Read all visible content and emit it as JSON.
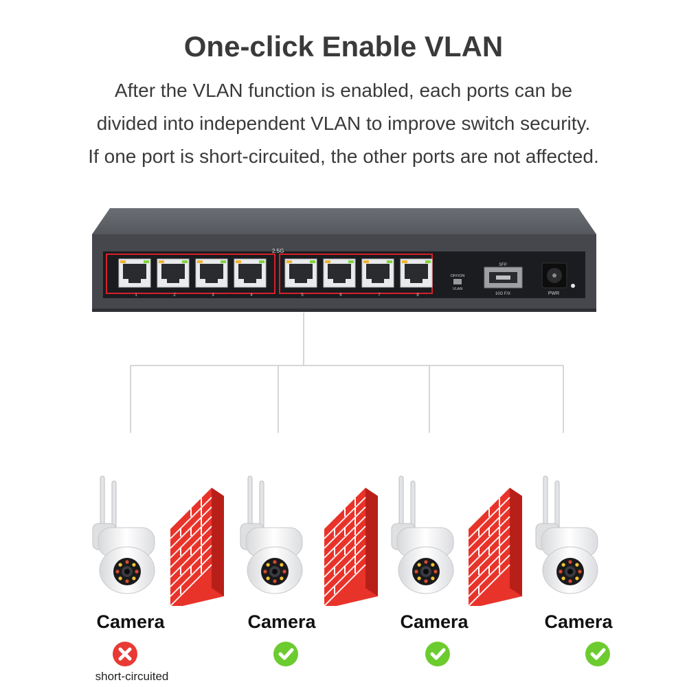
{
  "heading": {
    "title": "One-click Enable VLAN",
    "lines": [
      "After the VLAN function is enabled, each ports can be",
      "divided into independent VLAN to improve switch security.",
      "If one port is short-circuited, the other ports are not affected."
    ]
  },
  "switch": {
    "group_label": "2.5G",
    "ports": [
      "1",
      "2",
      "3",
      "4",
      "5",
      "6",
      "7",
      "8"
    ],
    "vlan_switch": {
      "top": "OFF/ON",
      "bottom": "VLAN"
    },
    "sfp": {
      "top": "SFP",
      "bottom": "10G F/X"
    },
    "power_label": "PWR"
  },
  "cameras": [
    {
      "label": "Camera",
      "status": "error",
      "note": "short-circuited"
    },
    {
      "label": "Camera",
      "status": "ok"
    },
    {
      "label": "Camera",
      "status": "ok"
    },
    {
      "label": "Camera",
      "status": "ok"
    }
  ],
  "colors": {
    "heading_text": "#3a3a3a",
    "switch_body": "#4b4d52",
    "port_frame": "#d8202a",
    "port_led_green": "#7fd43a",
    "port_led_amber": "#f1b22c",
    "firewall_red": "#e8332a",
    "status_ok": "#6ccb2e",
    "status_error": "#e83a34"
  },
  "icons": {
    "status_ok": "check-circle-icon",
    "status_error": "x-circle-icon"
  }
}
